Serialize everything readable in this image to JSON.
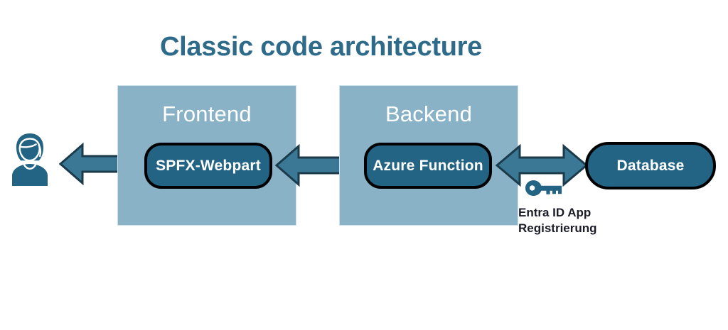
{
  "page": {
    "title": "Classic code architecture",
    "background_color": "#ffffff"
  },
  "colors": {
    "title_text": "#2e6b8a",
    "zone_fill": "#8ab2c6",
    "node_fill": "#236384",
    "node_border": "#000000",
    "arrow_fill": "#3a7896",
    "arrow_stroke": "#1b3a4a",
    "icon_fill": "#236384",
    "caption_text": "#1c1c28",
    "node_text": "#ffffff",
    "zone_label_text": "#ffffff"
  },
  "actors": {
    "user": {
      "icon": "user-avatar-icon",
      "label": ""
    }
  },
  "zones": [
    {
      "id": "frontend",
      "label": "Frontend",
      "node": {
        "id": "spfx-webpart",
        "label": "SPFX-Webpart"
      }
    },
    {
      "id": "backend",
      "label": "Backend",
      "node": {
        "id": "azure-function",
        "label": "Azure Function"
      }
    }
  ],
  "database": {
    "label": "Database"
  },
  "connections": [
    {
      "id": "user-to-frontend",
      "type": "bidirectional-arrow",
      "from": "user",
      "to": "spfx-webpart"
    },
    {
      "id": "frontend-to-backend",
      "type": "bidirectional-arrow",
      "from": "spfx-webpart",
      "to": "azure-function"
    },
    {
      "id": "backend-to-database",
      "type": "bidirectional-arrow",
      "from": "azure-function",
      "to": "database"
    }
  ],
  "annotation": {
    "icon": "key-icon",
    "line1": "Entra ID App",
    "line2": "Registrierung"
  }
}
